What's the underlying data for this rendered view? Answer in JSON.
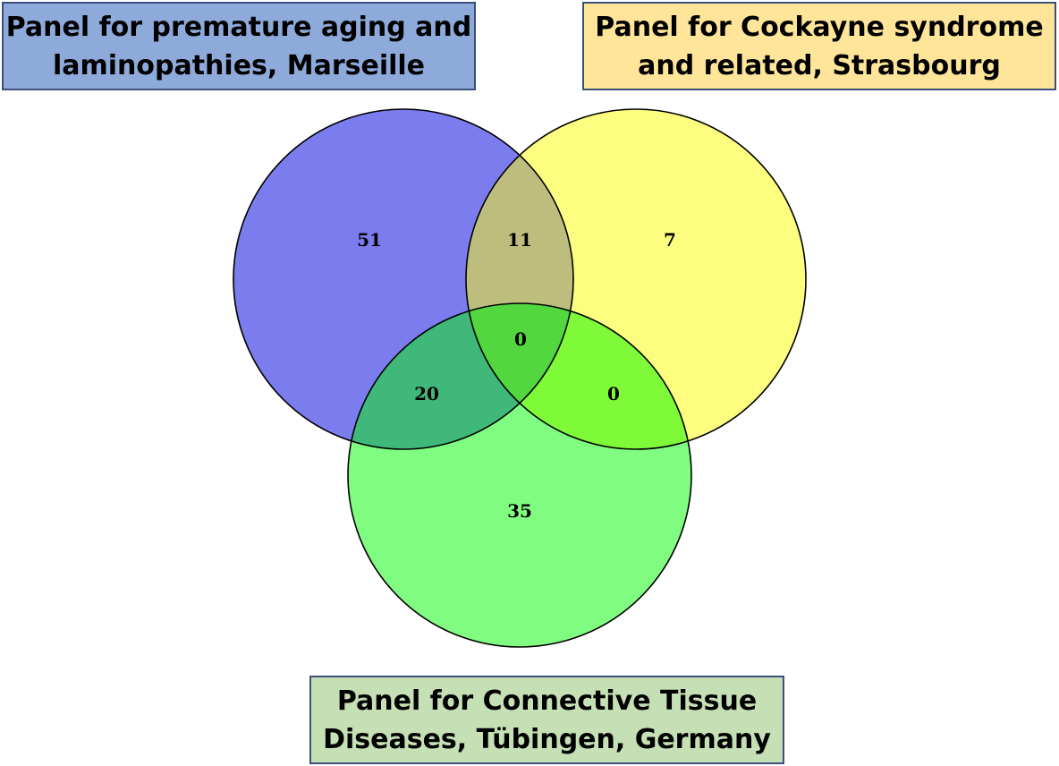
{
  "colors": {
    "marseille_box": "#8eaadb",
    "strasbourg_box": "#ffe599",
    "tubingen_box": "#c5e0b4",
    "marseille_only": "#7b7cee",
    "strasbourg_only": "#fdfd80",
    "tubingen_only": "#80fd80",
    "marseille_strasbourg": "#bdbe7e",
    "marseille_tubingen": "#3fb87a",
    "strasbourg_tubingen": "#7ffa38",
    "all_three": "#52d83e"
  },
  "panels": {
    "marseille": {
      "line1": "Panel for premature aging and",
      "line2": "laminopathies,  Marseille"
    },
    "strasbourg": {
      "line1": "Panel for Cockayne syndrome",
      "line2": "and related, Strasbourg"
    },
    "tubingen": {
      "line1": "Panel for Connective Tissue",
      "line2": "Diseases, Tübingen, Germany"
    }
  },
  "counts": {
    "marseille_only": "51",
    "strasbourg_only": "7",
    "tubingen_only": "35",
    "marseille_strasbourg": "11",
    "marseille_tubingen": "20",
    "strasbourg_tubingen": "0",
    "all_three": "0"
  }
}
